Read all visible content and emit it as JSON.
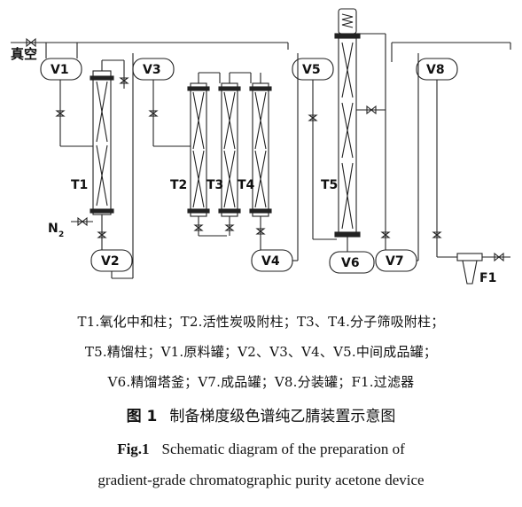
{
  "diagram": {
    "vacuum_label": "真空",
    "nitrogen_label": "N",
    "nitrogen_sub": "2",
    "vessels": {
      "v1": "V1",
      "v2": "V2",
      "v3": "V3",
      "v4": "V4",
      "v5": "V5",
      "v6": "V6",
      "v7": "V7",
      "v8": "V8"
    },
    "columns": {
      "t1": "T1",
      "t2": "T2",
      "t3": "T3",
      "t4": "T4",
      "t5": "T5"
    },
    "filter": "F1"
  },
  "legend": {
    "line1": "T1.氧化中和柱；T2.活性炭吸附柱；T3、T4.分子筛吸附柱；",
    "line2": "T5.精馏柱；V1.原料罐；V2、V3、V4、V5.中间成品罐；",
    "line3": "V6.精馏塔釜；V7.成品罐；V8.分装罐；F1.过滤器"
  },
  "caption": {
    "zh_label": "图 1",
    "zh_text": "制备梯度级色谱纯乙腈装置示意图",
    "en_label": "Fig.1",
    "en_line1": "Schematic diagram of the preparation of",
    "en_line2": "gradient-grade chromatographic purity acetone device"
  }
}
